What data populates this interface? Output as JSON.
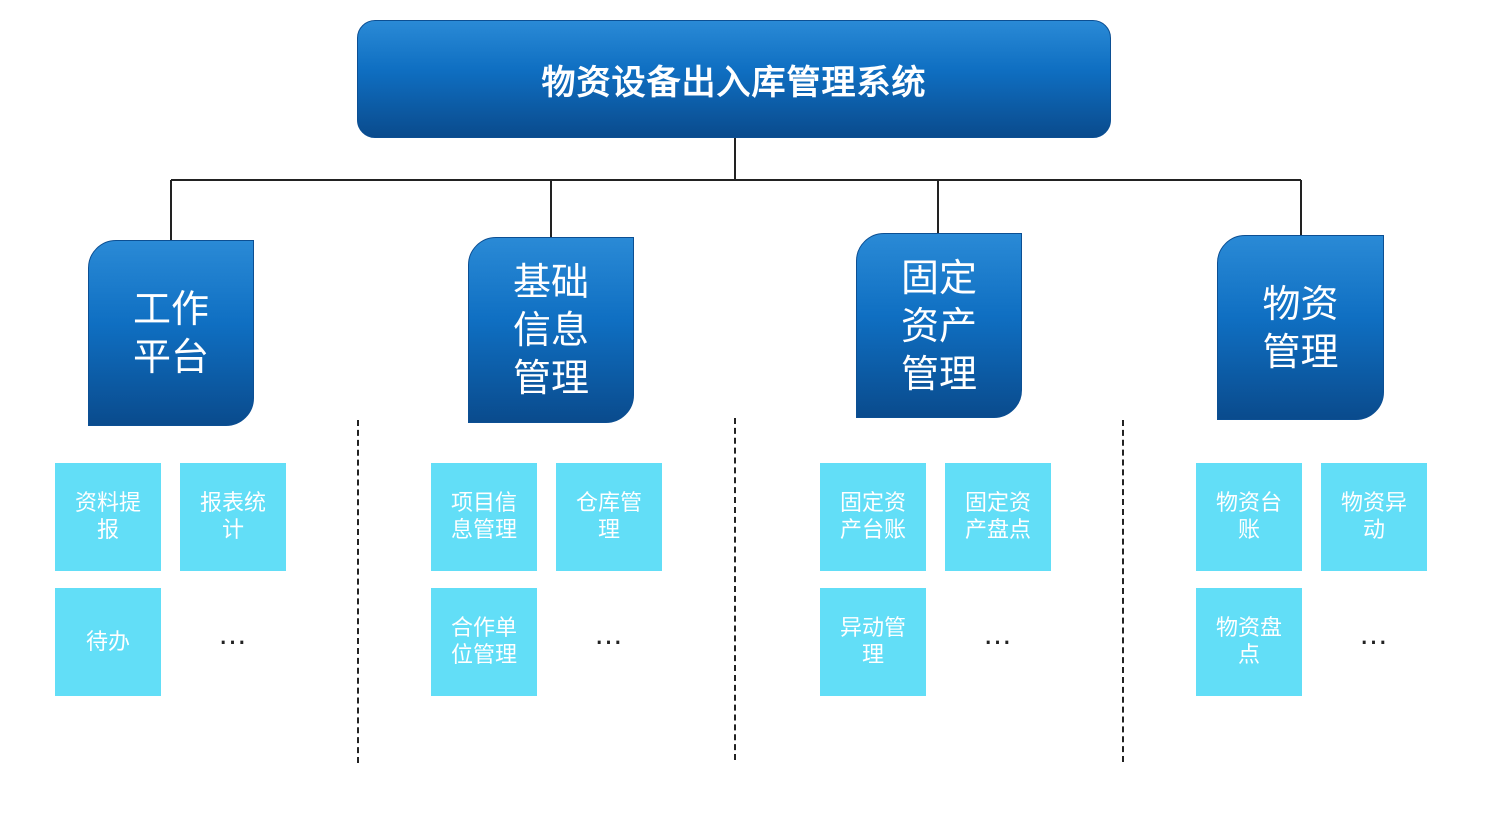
{
  "diagram": {
    "root": {
      "title": "物资设备出入库管理系统"
    },
    "modules": [
      {
        "title": "工作平台",
        "leaves": [
          "资料提报",
          "报表统计",
          "待办"
        ],
        "more": "…"
      },
      {
        "title": "基础信息管理",
        "leaves": [
          "项目信息管理",
          "仓库管理",
          "合作单位管理"
        ],
        "more": "…"
      },
      {
        "title": "固定资产管理",
        "leaves": [
          "固定资产台账",
          "固定资产盘点",
          "异动管理"
        ],
        "more": "…"
      },
      {
        "title": "物资管理",
        "leaves": [
          "物资台账",
          "物资异动",
          "物资盘点"
        ],
        "more": "…"
      }
    ],
    "colors": {
      "module_blue": "#0f6fc2",
      "leaf_cyan": "#62def7",
      "connector": "#222222"
    }
  }
}
